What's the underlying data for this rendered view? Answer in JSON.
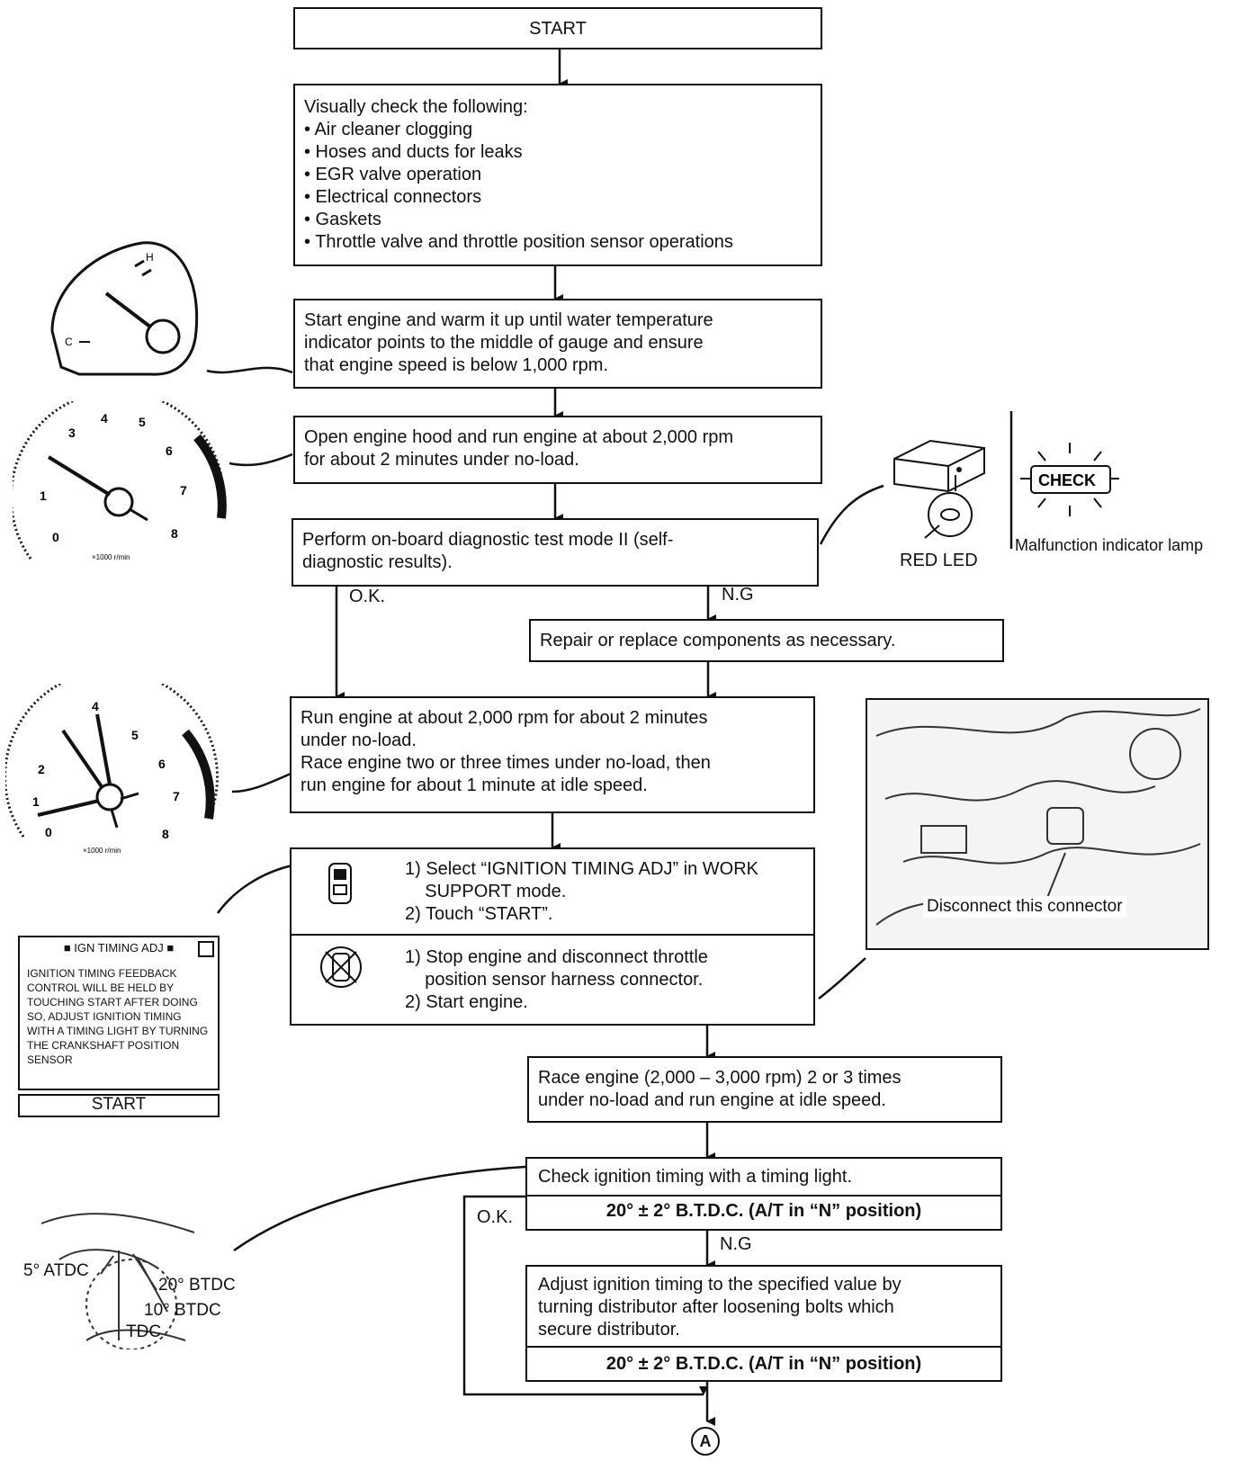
{
  "start_box": {
    "label": "START"
  },
  "visual_check": {
    "heading": "Visually check the following:",
    "items": [
      "• Air cleaner clogging",
      "• Hoses and ducts for leaks",
      "• EGR valve operation",
      "• Electrical connectors",
      "• Gaskets",
      "• Throttle valve and throttle position sensor operations"
    ]
  },
  "warm_up": {
    "lines": [
      "Start engine and warm it up until water temperature",
      "indicator points to the middle of gauge and ensure",
      "that engine speed is below 1,000 rpm."
    ]
  },
  "hood_run": {
    "lines": [
      "Open engine hood and run engine at about 2,000 rpm",
      "for about 2 minutes under no-load."
    ]
  },
  "diag_test": {
    "lines": [
      "Perform on-board diagnostic test mode II (self-",
      "diagnostic results)."
    ]
  },
  "branch_ok_1": "O.K.",
  "branch_ng_1": "N.G",
  "repair": {
    "label": "Repair or replace components as necessary."
  },
  "race_run": {
    "lines": [
      "Run engine at about 2,000 rpm for about 2 minutes",
      "under no-load.",
      "Race engine two or three times under no-load, then",
      "run engine for about 1 minute at idle speed."
    ]
  },
  "consult_a": {
    "lines": [
      "1) Select “IGNITION TIMING ADJ” in WORK",
      "    SUPPORT mode.",
      "2) Touch “START”."
    ]
  },
  "consult_b": {
    "lines": [
      "1) Stop engine and disconnect throttle",
      "    position sensor harness connector.",
      "2) Start engine."
    ]
  },
  "race_idle": {
    "lines": [
      "Race engine (2,000 – 3,000 rpm) 2 or 3 times",
      "under no-load and run engine at idle speed."
    ]
  },
  "check_timing": {
    "label": "Check ignition timing with a timing light.",
    "spec": "20° ± 2° B.T.D.C. (A/T in “N” position)"
  },
  "branch_ok_2": "O.K.",
  "branch_ng_2": "N.G",
  "adjust": {
    "lines": [
      "Adjust ignition timing to the specified value by",
      "turning distributor after loosening bolts which",
      "secure distributor."
    ],
    "spec": "20° ± 2° B.T.D.C. (A/T in “N” position)"
  },
  "connector_marker": "A",
  "temp_gauge": {
    "hot": "H",
    "cold": "C"
  },
  "tach1": {
    "ticks": [
      "0",
      "1",
      "3",
      "4",
      "5",
      "6",
      "7",
      "8"
    ],
    "unit": "×1000 r/min"
  },
  "tach2": {
    "ticks": [
      "0",
      "1",
      "2",
      "4",
      "5",
      "6",
      "7",
      "8"
    ],
    "unit": "×1000 r/min"
  },
  "led_label": "RED LED",
  "check_lamp": {
    "text": "CHECK",
    "caption": [
      "Malfunction indicator",
      "lamp"
    ]
  },
  "photo_caption": [
    "Disconnect this",
    "connector"
  ],
  "screen": {
    "header": "IGN TIMING ADJ",
    "lines": [
      "IGNITION TIMING FEEDBACK",
      "CONTROL WILL BE HELD BY",
      "TOUCHING START",
      "AFTER DOING SO, ADJUST",
      "IGNITION TIMING WITH A",
      "TIMING LIGHT BY TURNING",
      "THE CRANKSHAFT POSITION",
      "SENSOR"
    ],
    "start_button": "START"
  },
  "timing_marks": {
    "atdc5": "5° ATDC",
    "btdc20": "20° BTDC",
    "btdc10": "10° BTDC",
    "tdc": "TDC"
  }
}
